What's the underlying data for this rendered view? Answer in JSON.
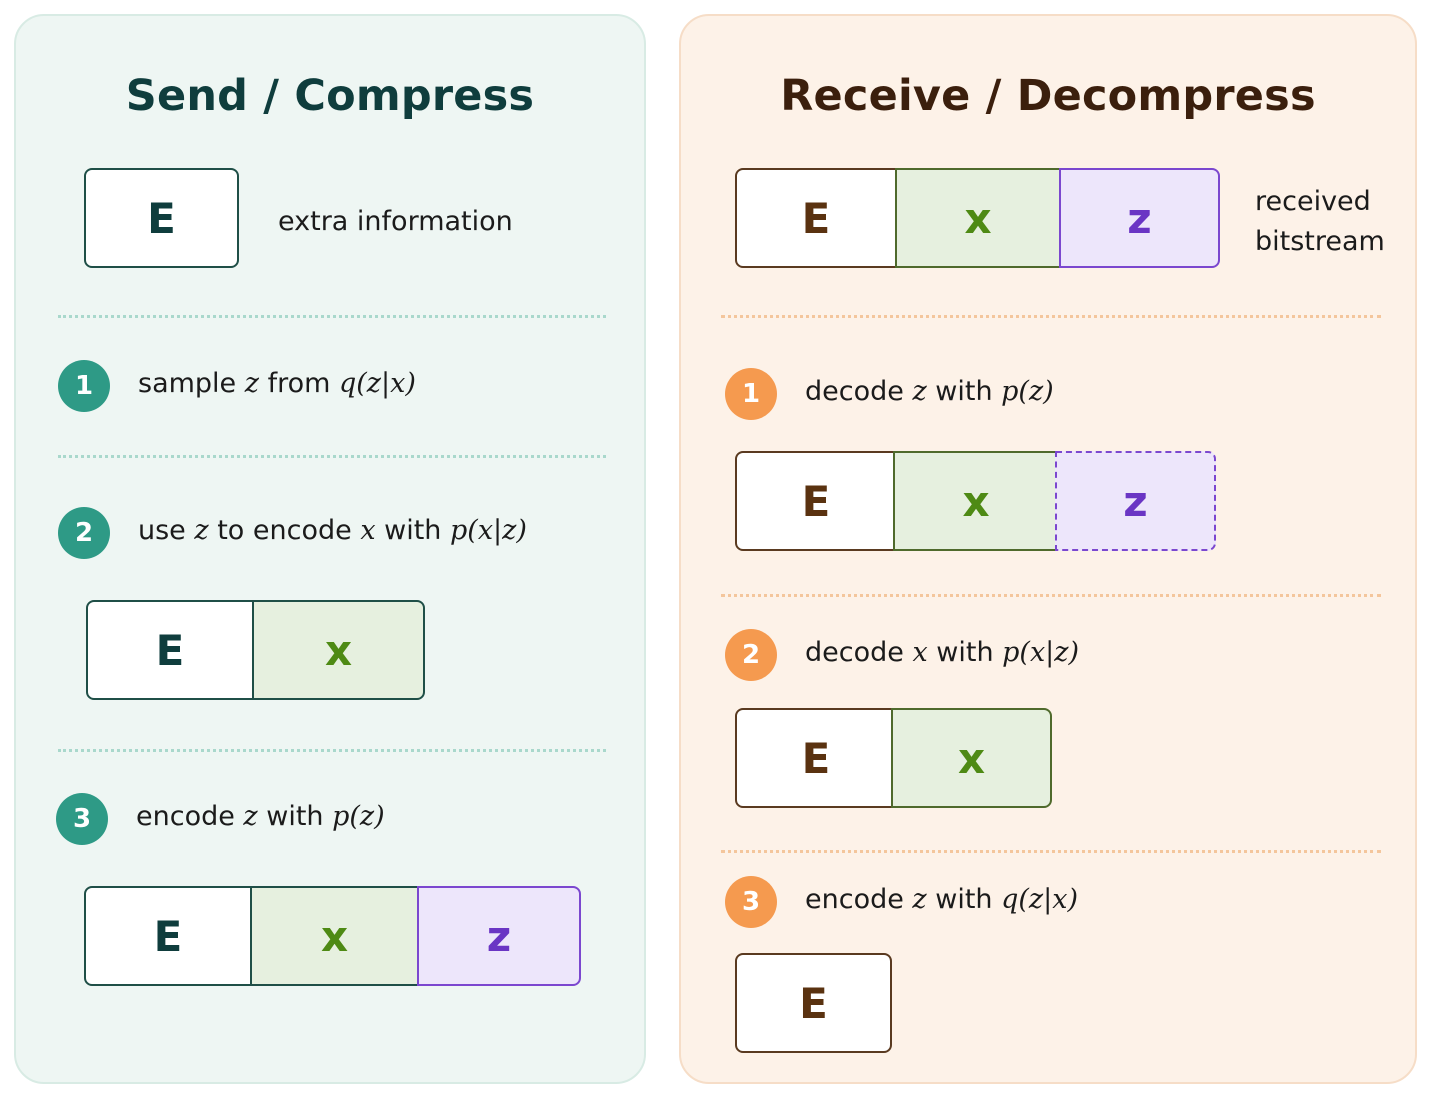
{
  "send": {
    "title": "Send / Compress",
    "intro": {
      "E": "E",
      "label": "extra information"
    },
    "steps": [
      {
        "num": "1",
        "parts": [
          "sample ",
          "z",
          " from ",
          "q(z|x)"
        ]
      },
      {
        "num": "2",
        "parts": [
          "use ",
          "z",
          " to encode ",
          "x",
          " with ",
          "p(x|z)"
        ]
      },
      {
        "num": "3",
        "parts": [
          "encode ",
          "z",
          " with ",
          "p(z)"
        ]
      }
    ],
    "blocks": {
      "E": "E",
      "x": "x",
      "z": "z"
    }
  },
  "receive": {
    "title": "Receive / Decompress",
    "intro": {
      "label_line1": "received",
      "label_line2": "bitstream"
    },
    "steps": [
      {
        "num": "1",
        "parts": [
          "decode ",
          "z",
          " with ",
          "p(z)"
        ]
      },
      {
        "num": "2",
        "parts": [
          "decode ",
          "x",
          " with ",
          "p(x|z)"
        ]
      },
      {
        "num": "3",
        "parts": [
          "encode ",
          "z",
          " with ",
          "q(z|x)"
        ]
      }
    ],
    "blocks": {
      "E": "E",
      "x": "x",
      "z": "z"
    }
  },
  "colors": {
    "send_panel": "#eef6f3",
    "receive_panel": "#fdf2e8",
    "send_badge": "#2e9a86",
    "receive_badge": "#f59a4f",
    "x_fill": "#e6f0df",
    "z_fill": "#ede6fb",
    "z_border": "#7b47cf"
  }
}
